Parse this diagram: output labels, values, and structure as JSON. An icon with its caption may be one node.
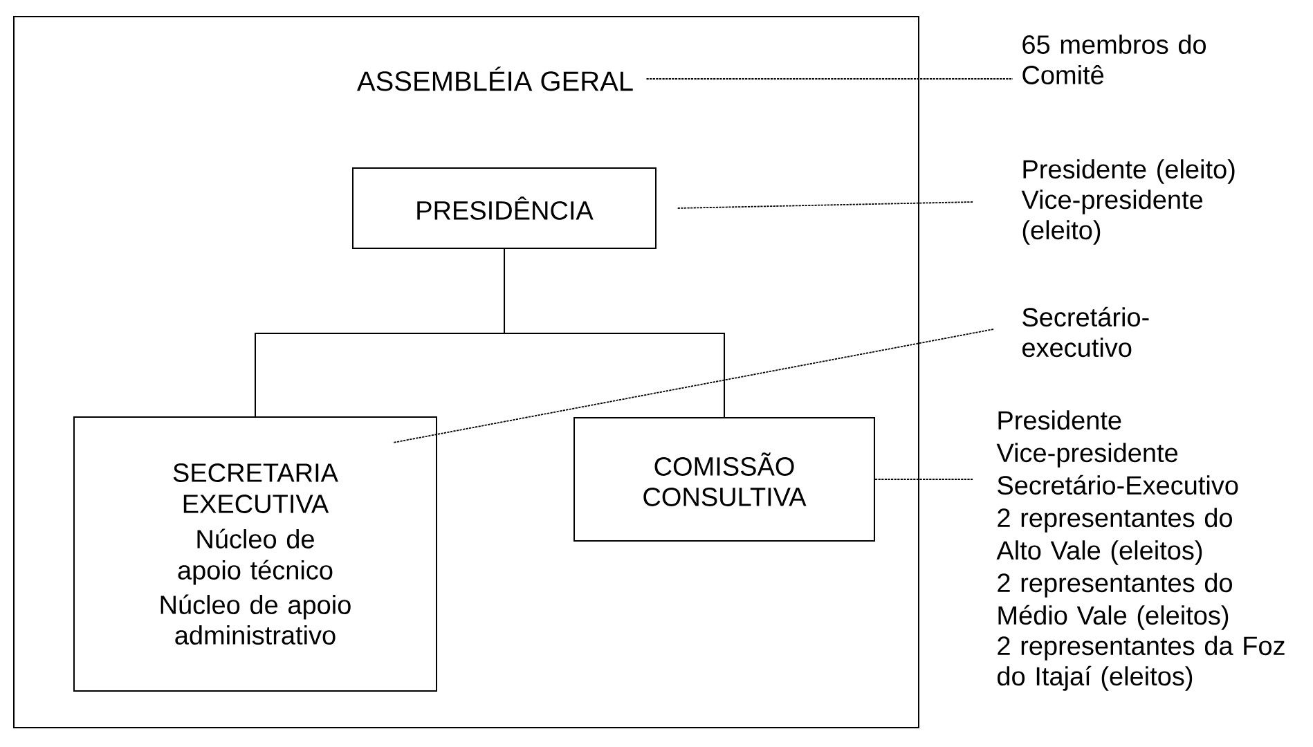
{
  "diagram": {
    "nodes": [
      {
        "text": [
          "ASSEMBLÉIA GERAL"
        ]
      },
      {
        "text": [
          "PRESIDÊNCIA"
        ],
        "in": 0
      },
      {
        "text": [
          "SECRETARIA EXECUTIVA",
          "Núcleo de apoio técnico",
          "Núcleo de apoio administrativo"
        ],
        "in": 0
      },
      {
        "text": [
          "COMISSÃO CONSULTIVA"
        ],
        "in": 0
      },
      {
        "text": [
          "65 membros do Comitê"
        ]
      },
      {
        "text": [
          "Presidente (eleito)",
          "Vice-presidente (eleito)"
        ]
      },
      {
        "text": [
          "Secretário-executivo"
        ]
      },
      {
        "text": [
          "Presidente",
          "Vice-presidente",
          "Secretário-Executivo",
          "2 representantes do Alto Vale (eleitos)",
          "2 representantes do Médio Vale (eleitos)",
          "2 representantes da Foz do Itajaí (eleitos)"
        ]
      }
    ],
    "edges": [
      {
        "from": 1,
        "to": 2,
        "arrow": "none"
      },
      {
        "from": 1,
        "to": 3,
        "arrow": "none"
      },
      {
        "from": 4,
        "to": 0,
        "arrow": "none",
        "style": "dashed"
      },
      {
        "from": 5,
        "to": 1,
        "arrow": "none",
        "style": "dashed"
      },
      {
        "from": 6,
        "to": 2,
        "arrow": "none",
        "style": "dashed"
      },
      {
        "from": 7,
        "to": 3,
        "arrow": "none",
        "style": "dashed"
      }
    ]
  }
}
